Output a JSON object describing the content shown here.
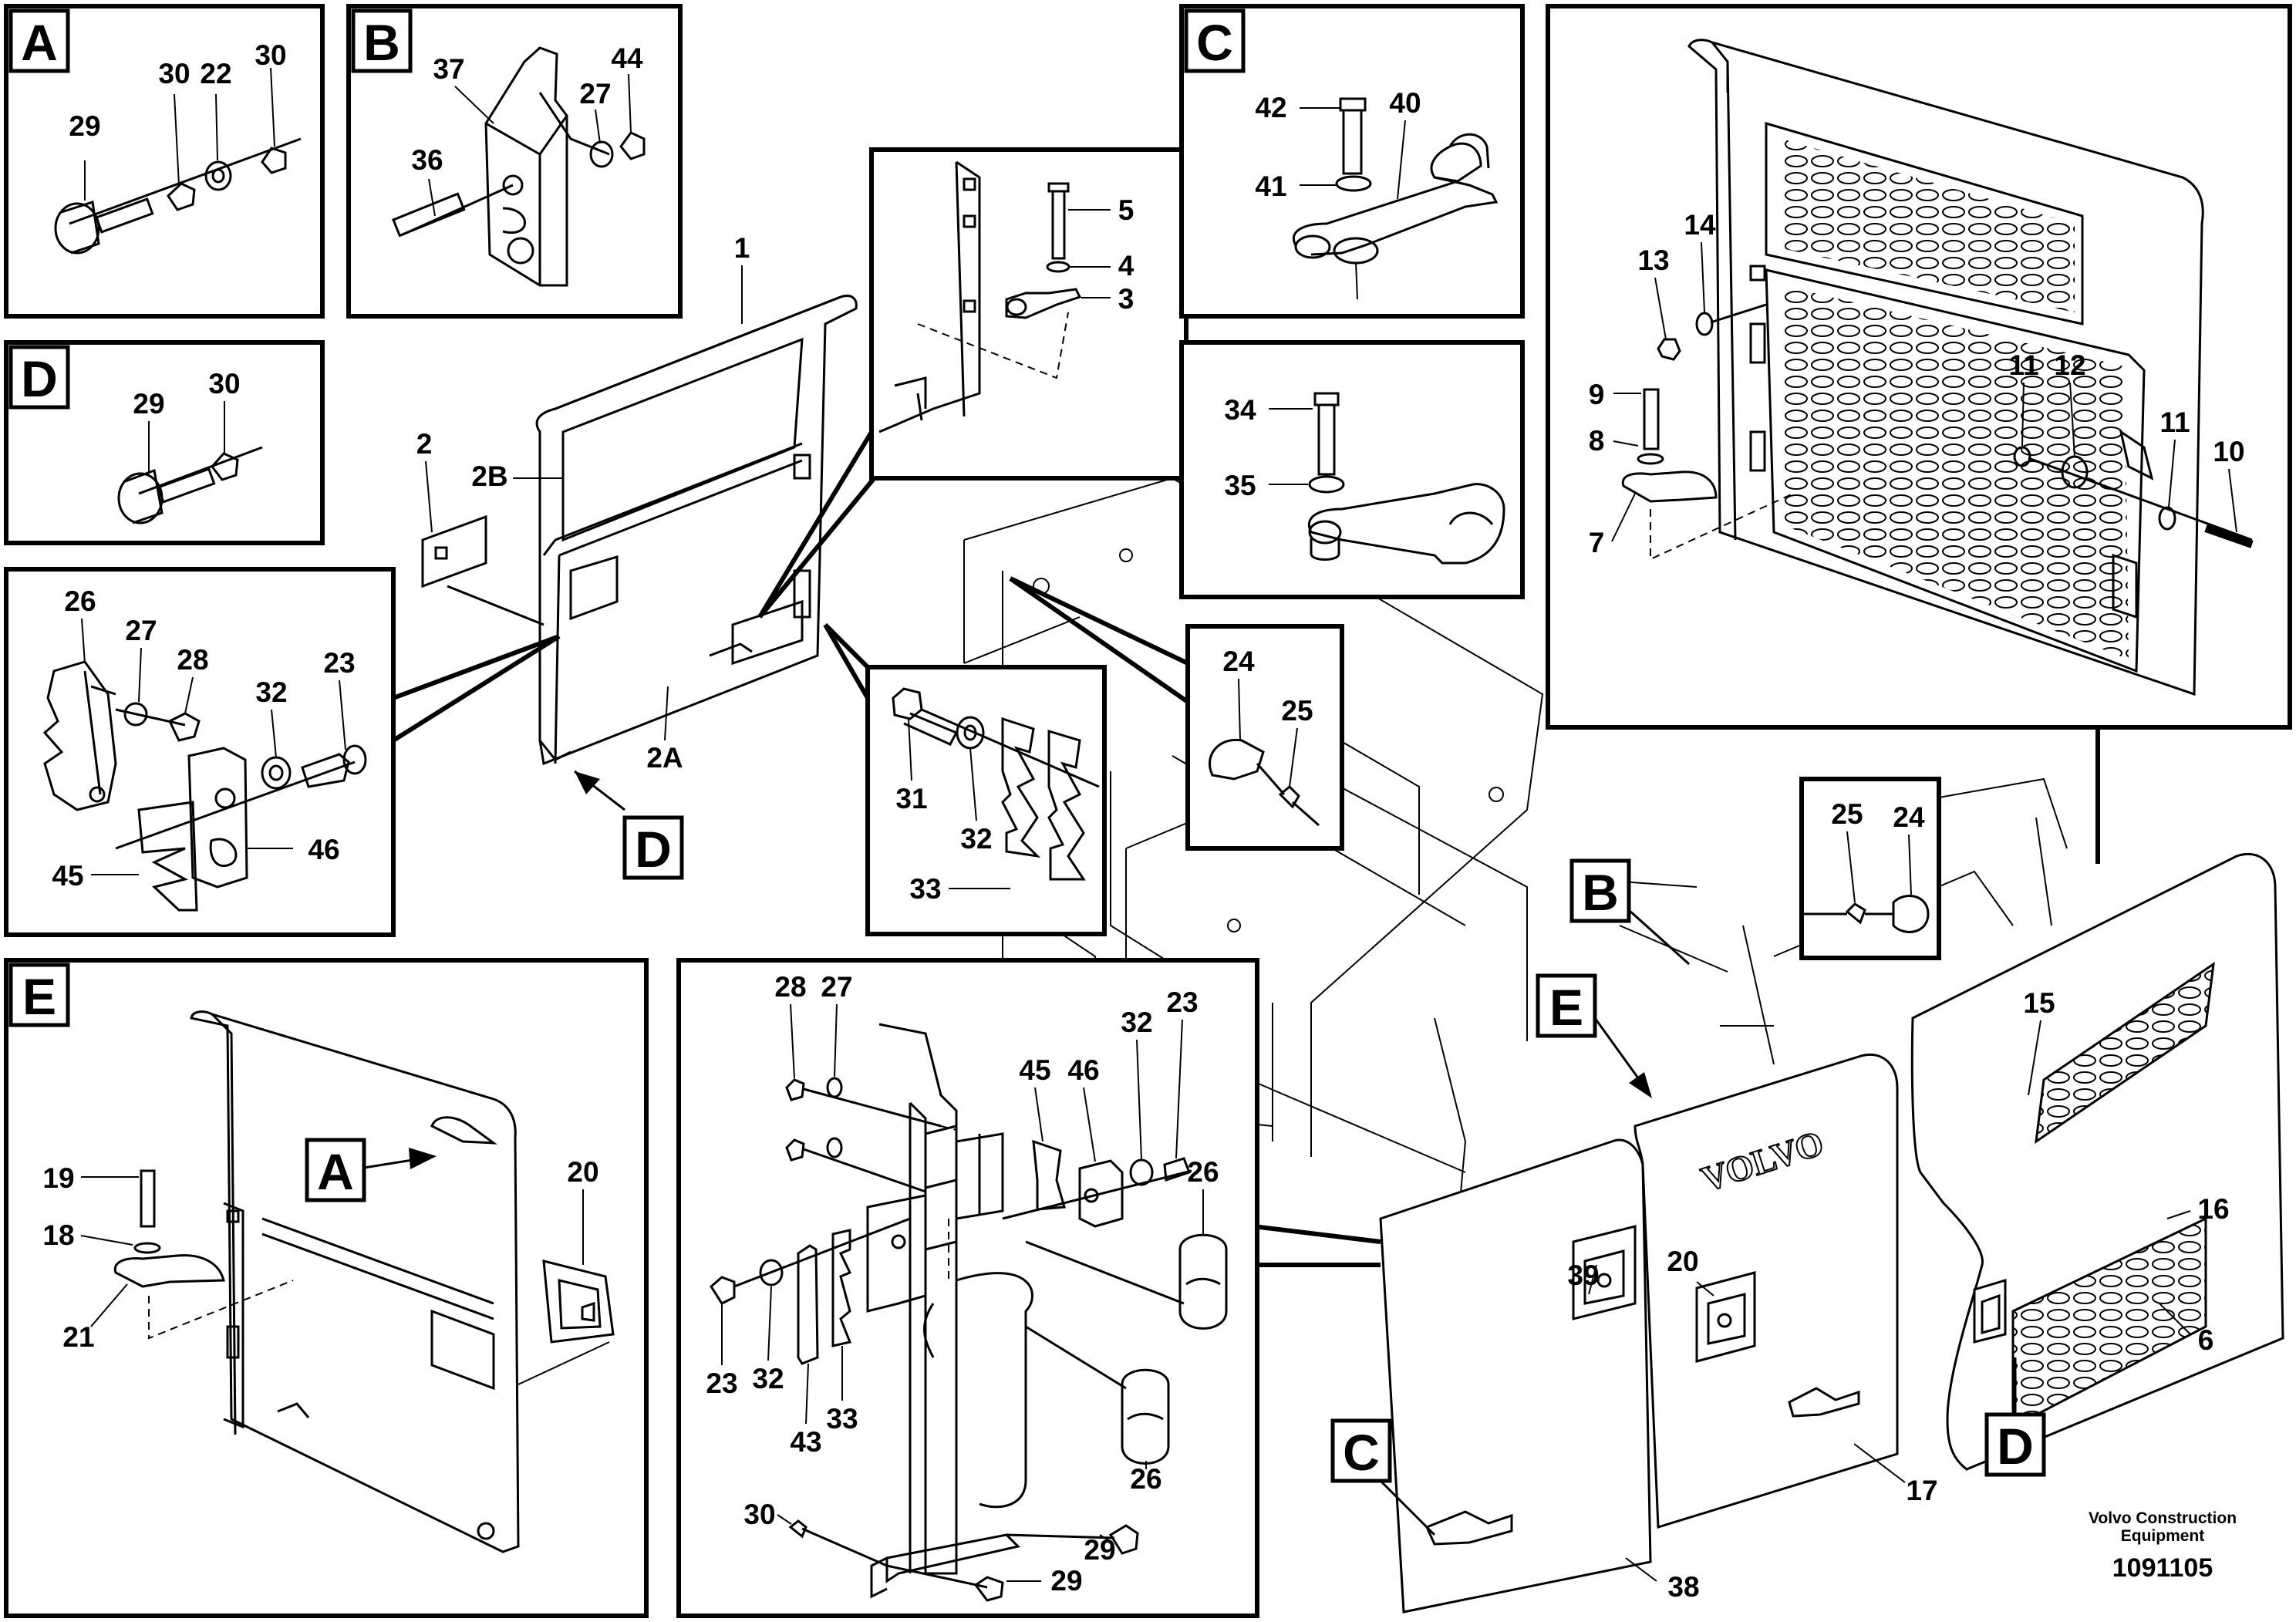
{
  "boxes": {
    "A": "A",
    "B": "B",
    "C": "C",
    "D": "D",
    "E": "E"
  },
  "labels": {
    "n1": "1",
    "n2": "2",
    "n2A": "2A",
    "n2B": "2B",
    "n3": "3",
    "n4": "4",
    "n5": "5",
    "n6": "6",
    "n7": "7",
    "n8": "8",
    "n9": "9",
    "n10": "10",
    "n11": "11",
    "n12": "12",
    "n13": "13",
    "n14": "14",
    "n15": "15",
    "n16": "16",
    "n17": "17",
    "n18": "18",
    "n19": "19",
    "n20": "20",
    "n21": "21",
    "n22": "22",
    "n23": "23",
    "n24": "24",
    "n25": "25",
    "n26": "26",
    "n27": "27",
    "n28": "28",
    "n29": "29",
    "n30": "30",
    "n31": "31",
    "n32": "32",
    "n33": "33",
    "n34": "34",
    "n35": "35",
    "n36": "36",
    "n37": "37",
    "n38": "38",
    "n39": "39",
    "n40": "40",
    "n41": "41",
    "n42": "42",
    "n43": "43",
    "n44": "44",
    "n45": "45",
    "n46": "46"
  },
  "brand_on_panel": "VOLVO",
  "footer": {
    "company_line1": "Volvo Construction",
    "company_line2": "Equipment",
    "catalog_number": "1091105"
  }
}
